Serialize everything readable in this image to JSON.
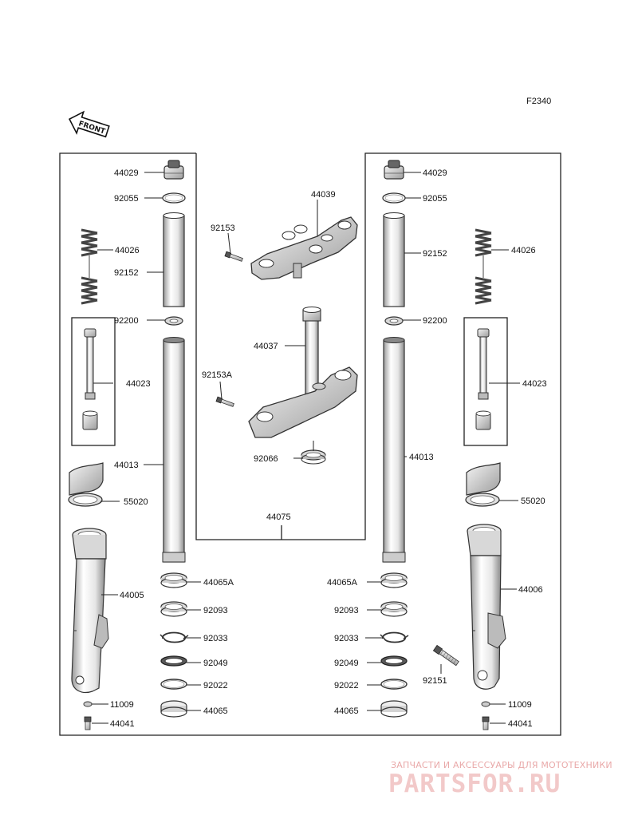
{
  "diagram_code": "F2340",
  "front_arrow_label": "FRONT",
  "labels": {
    "l_44029": "44029",
    "l_92055": "92055",
    "l_44026": "44026",
    "l_92152": "92152",
    "l_92200": "92200",
    "l_44023": "44023",
    "l_44013": "44013",
    "l_55020": "55020",
    "l_44005": "44005",
    "l_11009": "11009",
    "l_44041": "44041",
    "l_44065A": "44065A",
    "l_92093": "92093",
    "l_92033": "92033",
    "l_92049": "92049",
    "l_92022": "92022",
    "l_44065": "44065",
    "c_92153": "92153",
    "c_44039": "44039",
    "c_44037": "44037",
    "c_92153A": "92153A",
    "c_92066": "92066",
    "c_44075": "44075",
    "r_44065A": "44065A",
    "r_92093": "92093",
    "r_92033": "92033",
    "r_92049": "92049",
    "r_92022": "92022",
    "r_44065": "44065",
    "r_44029": "44029",
    "r_92055": "92055",
    "r_92152": "92152",
    "r_44026": "44026",
    "r_92200": "92200",
    "r_44023": "44023",
    "r_44013": "44013",
    "r_55020": "55020",
    "r_44006": "44006",
    "r_92151": "92151",
    "r_11009": "11009",
    "r_44041": "44041"
  },
  "watermark": {
    "tagline": "ЗАПЧАСТИ И АКСЕССУАРЫ ДЛЯ МОТОТЕХНИКИ",
    "logo": "PARTSFOR.RU"
  }
}
